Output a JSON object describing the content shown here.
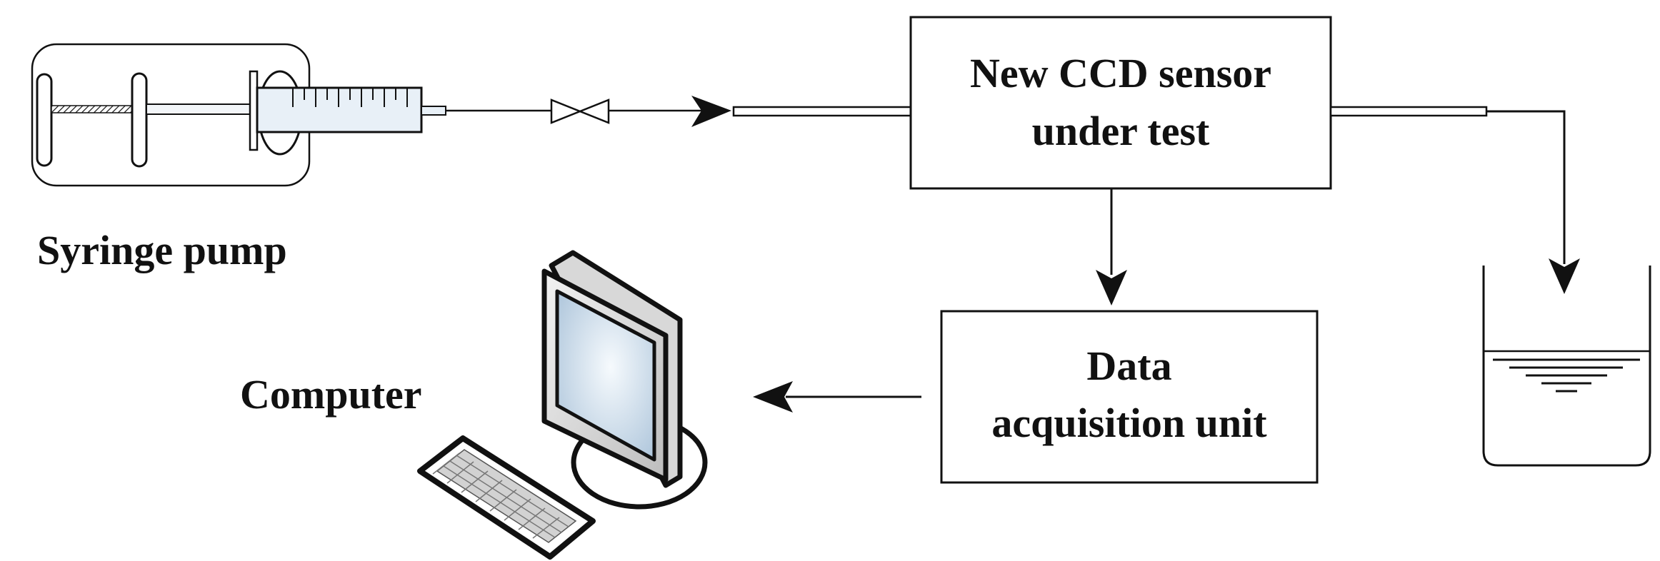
{
  "labels": {
    "syringe_pump": "Syringe pump",
    "computer": "Computer",
    "ccd_sensor_line1": "New CCD sensor",
    "ccd_sensor_line2": "under test",
    "daq_line1": "Data",
    "daq_line2": "acquisition unit"
  },
  "components": {
    "syringe_pump": "syringe-pump-icon",
    "valve": "valve-icon",
    "computer": "computer-icon",
    "keyboard": "keyboard-icon",
    "beaker": "beaker-icon"
  },
  "colors": {
    "stroke": "#111111",
    "fill": "#ffffff",
    "screen_light": "#f4f8fc",
    "screen_dark": "#aec6dc",
    "syringe_body": "#e8f0f7",
    "keyboard_key": "#d6d6d6",
    "monitor_frame": "#e4e4e4"
  }
}
